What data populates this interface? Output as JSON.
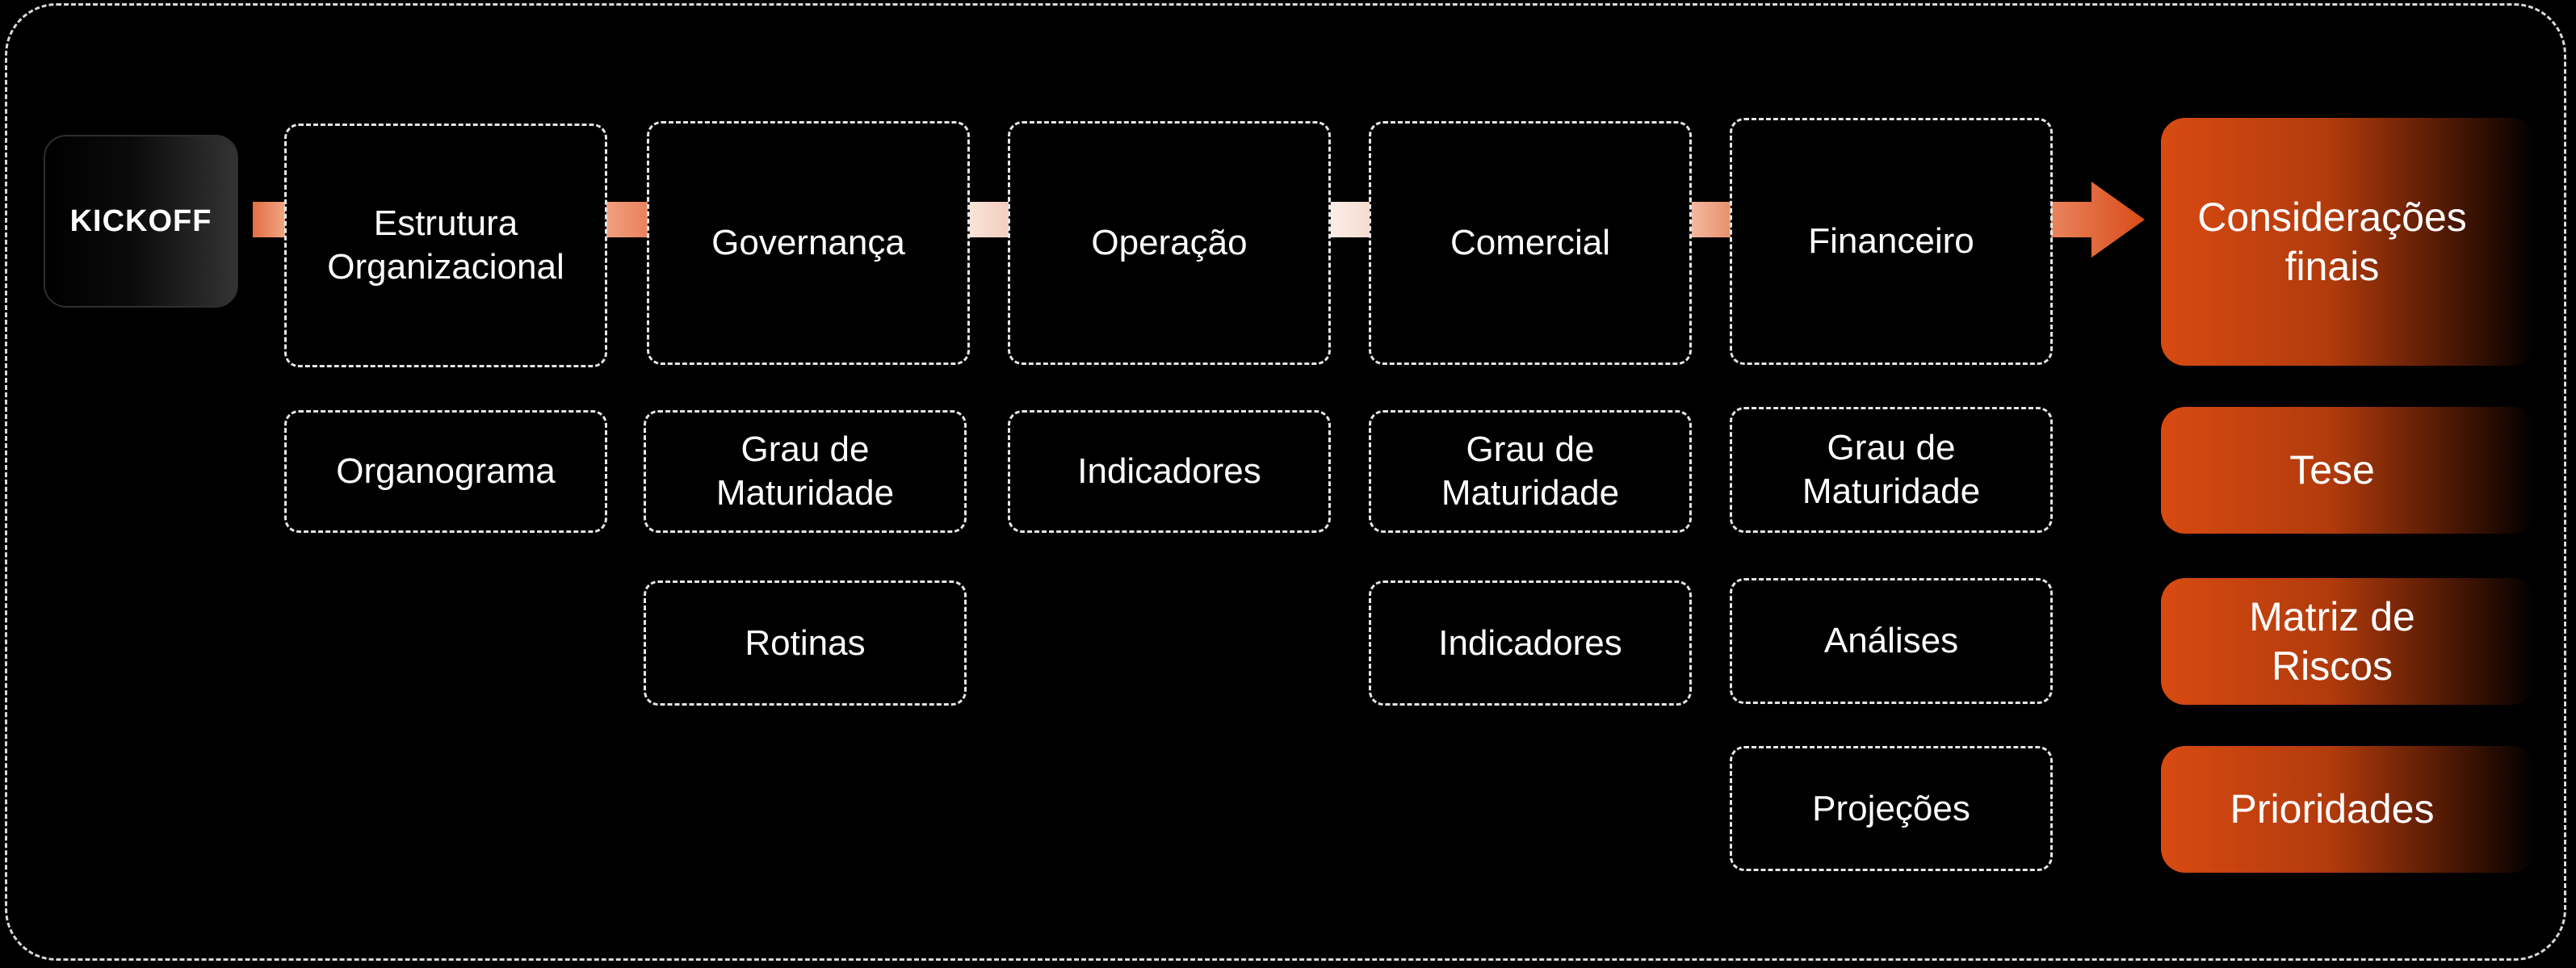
{
  "kickoff": {
    "label": "KICKOFF"
  },
  "stages": [
    {
      "title": "Estrutura\nOrganizacional",
      "items": [
        "Organograma"
      ]
    },
    {
      "title": "Governança",
      "items": [
        "Grau de\nMaturidade",
        "Rotinas"
      ]
    },
    {
      "title": "Operação",
      "items": [
        "Indicadores"
      ]
    },
    {
      "title": "Comercial",
      "items": [
        "Grau de\nMaturidade",
        "Indicadores"
      ]
    },
    {
      "title": "Financeiro",
      "items": [
        "Grau de\nMaturidade",
        "Análises",
        "Projeções"
      ]
    }
  ],
  "outputs": [
    "Considerações\nfinais",
    "Tese",
    "Matriz de\nRiscos",
    "Prioridades"
  ],
  "colors": {
    "accent": "#d84a12",
    "connector_strong": "#e8825c",
    "connector_light": "#f7ddd2",
    "border": "#e6e6e6"
  }
}
